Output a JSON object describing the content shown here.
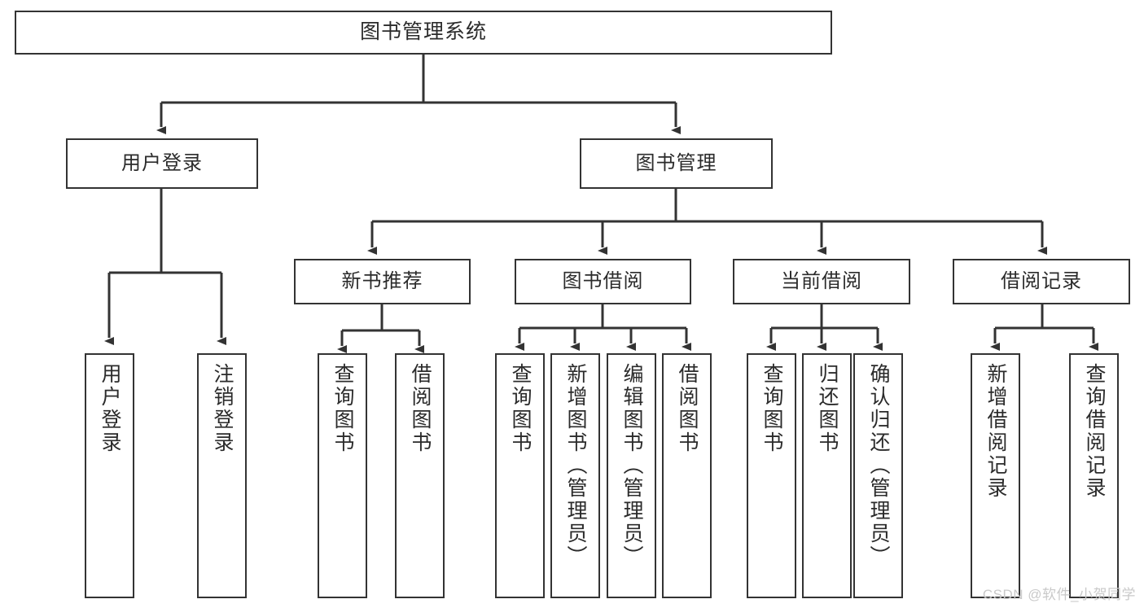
{
  "diagram": {
    "title": "图书管理系统",
    "type": "tree-hierarchy-diagram",
    "root": {
      "label": "图书管理系统"
    },
    "level2": [
      {
        "label": "用户登录"
      },
      {
        "label": "图书管理"
      }
    ],
    "level3": [
      {
        "label": "新书推荐"
      },
      {
        "label": "图书借阅"
      },
      {
        "label": "当前借阅"
      },
      {
        "label": "借阅记录"
      }
    ],
    "leaves": {
      "user_login": [
        {
          "label": "用户登录"
        },
        {
          "label": "注销登录"
        }
      ],
      "new_book_recommend": [
        {
          "label": "查询图书"
        },
        {
          "label": "借阅图书"
        }
      ],
      "book_borrow": [
        {
          "label": "查询图书"
        },
        {
          "label": "新增图书（管理员）"
        },
        {
          "label": "编辑图书（管理员）"
        },
        {
          "label": "借阅图书"
        }
      ],
      "current_borrow": [
        {
          "label": "查询图书"
        },
        {
          "label": "归还图书"
        },
        {
          "label": "确认归还（管理员）"
        }
      ],
      "borrow_record": [
        {
          "label": "新增借阅记录"
        },
        {
          "label": "查询借阅记录"
        }
      ]
    }
  },
  "watermark": {
    "text": "CSDN @软件_小贺同学"
  },
  "colors": {
    "border": "#333333",
    "text": "#2b2b2b",
    "background": "#ffffff",
    "watermark": "#c9c9c9"
  }
}
